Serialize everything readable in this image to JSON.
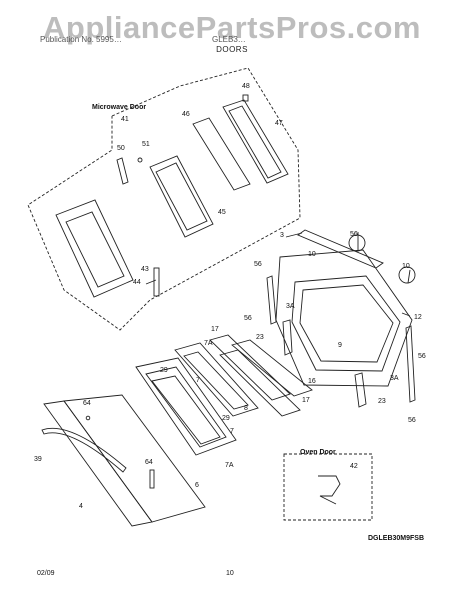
{
  "header": {
    "watermark": "AppliancePartsPros.com",
    "publication": "Publication No. 5995…",
    "model_ref": "GLEB3…",
    "section_title": "DOORS"
  },
  "diagram": {
    "microwave_label": "Microwave Door",
    "oven_label": "Oven Door",
    "code": "DGLEB30M9FSB",
    "parts": {
      "p3": "3",
      "p3a_1": "3A",
      "p3a_2": "3A",
      "p4": "4",
      "p6": "6",
      "p7_1": "7",
      "p7_2": "7",
      "p7a_1": "7A",
      "p7a_2": "7A",
      "p8": "8",
      "p9": "9",
      "p10_1": "10",
      "p10_2": "10",
      "p12": "12",
      "p16": "16",
      "p17_1": "17",
      "p17_2": "17",
      "p23_1": "23",
      "p23_2": "23",
      "p29_1": "29",
      "p29_2": "29",
      "p39": "39",
      "p41": "41",
      "p42": "42",
      "p43": "43",
      "p44": "44",
      "p45": "45",
      "p46": "46",
      "p47": "47",
      "p48": "48",
      "p50": "50",
      "p51": "51",
      "p56_1": "56",
      "p56_2": "56",
      "p56_3": "56",
      "p56_4": "56",
      "p56_5": "56",
      "p64_1": "64",
      "p64_2": "64"
    }
  },
  "footer": {
    "date": "02/09",
    "page": "10"
  }
}
